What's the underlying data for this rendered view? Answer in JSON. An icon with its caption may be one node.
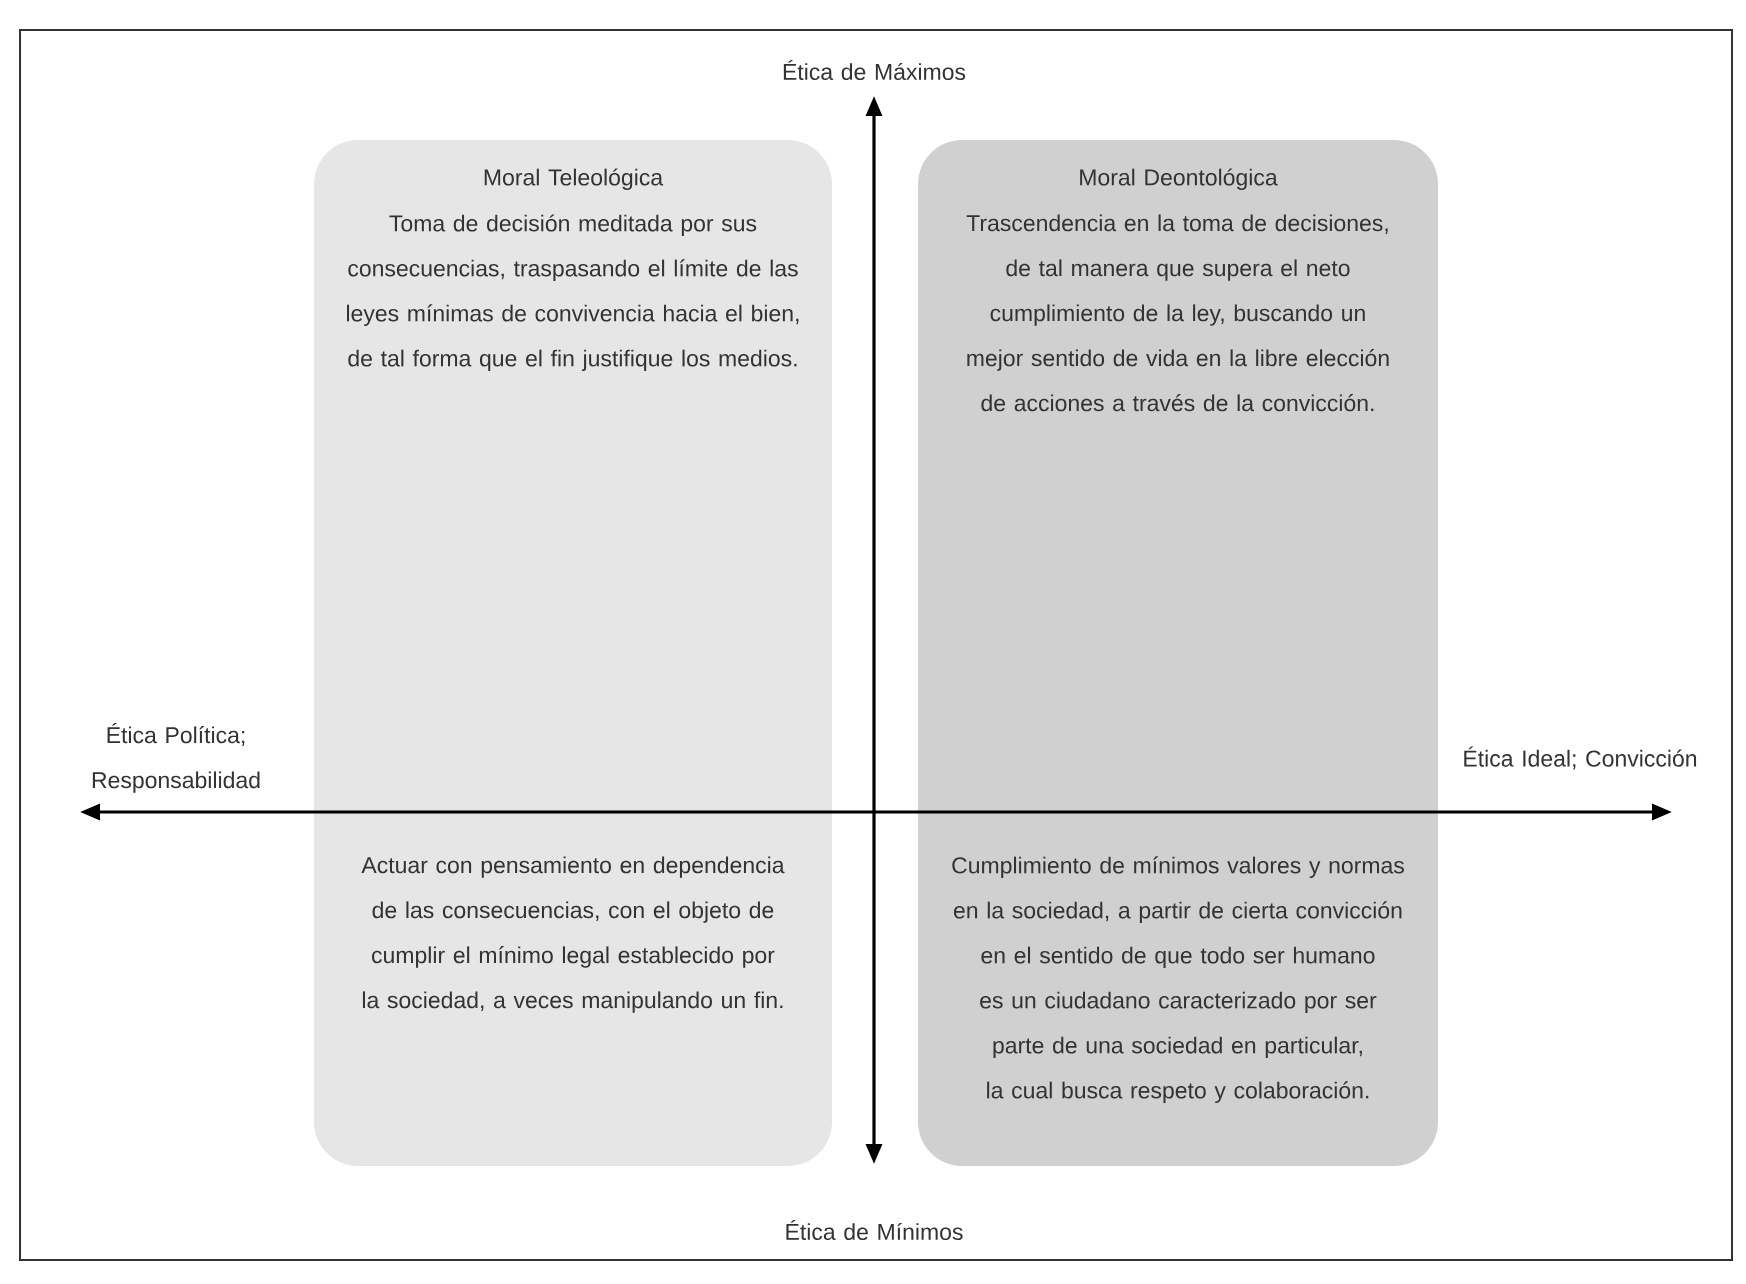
{
  "diagram": {
    "nodes": [
      {
        "text": [
          "Moral Teleológica",
          "Toma de decisión meditada por sus consecuencias, traspasando el límite de las leyes mínimas de convivencia hacia el bien, de tal forma que el fin justifique los medios.",
          "Actuar con pensamiento en dependencia de las consecuencias, con el objeto de cumplir el mínimo legal establecido por la sociedad, a veces manipulando un fin."
        ]
      },
      {
        "text": [
          "Moral Deontológica",
          "Trascendencia en la toma de decisiones, de tal manera que supera el neto cumplimiento de la ley, buscando un mejor sentido de vida en la libre elección de acciones a través de la convicción.",
          "Cumplimiento de mínimos valores y normas en la sociedad, a partir de cierta convicción en el sentido de que todo ser humano es un ciudadano caracterizado por ser parte de una sociedad en particular, la cual busca respeto y colaboración."
        ]
      }
    ],
    "edges": [],
    "labels": [
      "Ética de Máximos",
      "Ética Política; Responsabilidad",
      "Ética Ideal; Convicción",
      "Ética de Mínimos"
    ]
  }
}
